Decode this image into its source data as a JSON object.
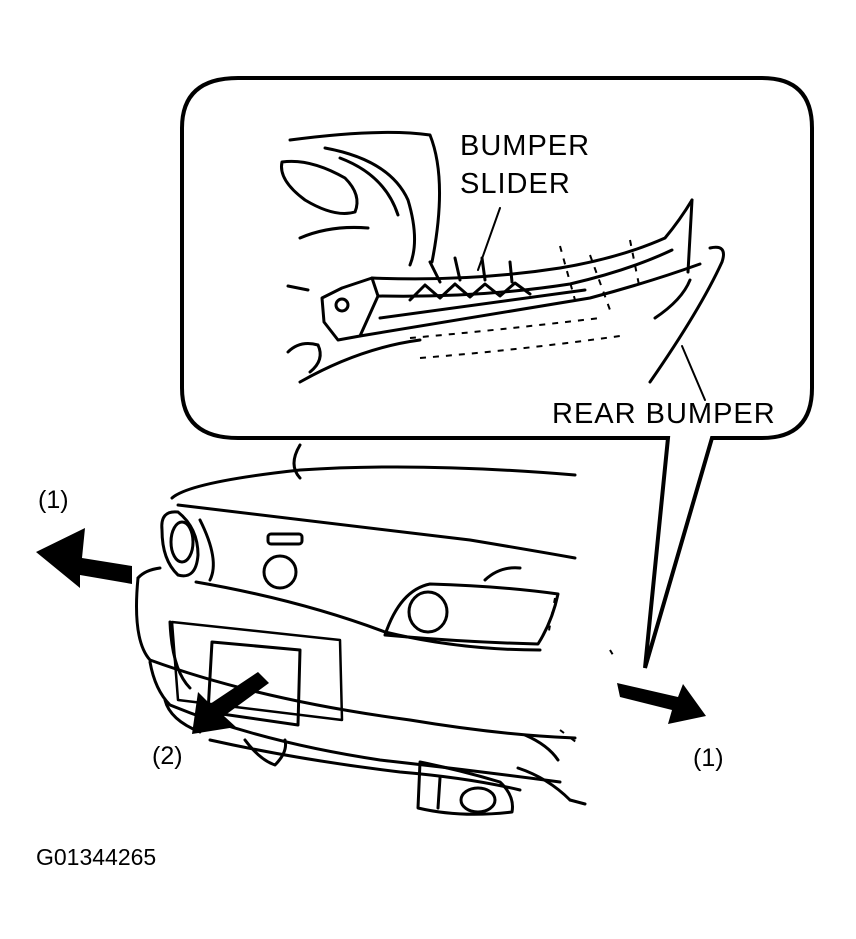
{
  "callout": {
    "bumper_slider_line1": "BUMPER",
    "bumper_slider_line2": "SLIDER",
    "rear_bumper": "REAR BUMPER"
  },
  "steps": {
    "left_arrow_label": "(1)",
    "right_arrow_label": "(1)",
    "down_arrow_label": "(2)"
  },
  "figure_id": "G01344265",
  "colors": {
    "ink": "#000000",
    "background": "#ffffff"
  }
}
